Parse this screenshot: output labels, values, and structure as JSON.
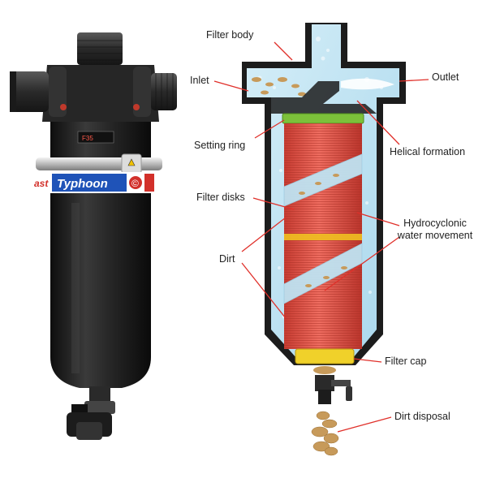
{
  "product": {
    "brand_text": "Typhoon",
    "brand_prefix": "ast",
    "collar_symbol": "©",
    "plate_text": "F35"
  },
  "labels": {
    "filter_body": "Filter body",
    "inlet": "Inlet",
    "outlet": "Outlet",
    "setting_ring": "Setting ring",
    "helical_formation": "Helical formation",
    "filter_disks": "Filter disks",
    "hydrocyclonic_line1": "Hydrocyclonic",
    "hydrocyclonic_line2": "water movement",
    "dirt": "Dirt",
    "filter_cap": "Filter cap",
    "dirt_disposal": "Dirt disposal"
  },
  "colors": {
    "leader_line": "#e0302a",
    "water": "#bfe3f2",
    "housing": "#1c1c1c",
    "filter_red": "#e2574b",
    "setting_ring_green": "#7cc13a",
    "cap_yellow": "#f0d12a",
    "dirt_brown": "#c79a5a"
  }
}
